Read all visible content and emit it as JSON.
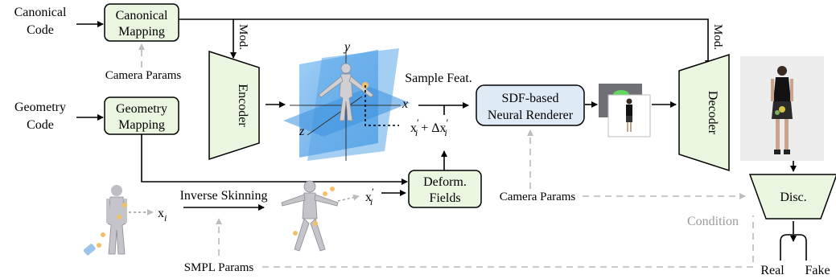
{
  "inputs": {
    "canonical_code": [
      "Canonical",
      "Code"
    ],
    "geometry_code": [
      "Geometry",
      "Code"
    ]
  },
  "modules": {
    "canonical_mapping": [
      "Canonical",
      "Mapping"
    ],
    "geometry_mapping": [
      "Geometry",
      "Mapping"
    ],
    "encoder": "Encoder",
    "decoder": "Decoder",
    "renderer": [
      "SDF-based",
      "Neural Renderer"
    ],
    "deform_fields": [
      "Deform.",
      "Fields"
    ],
    "disc": "Disc."
  },
  "labels": {
    "mod_encoder": "Mod.",
    "mod_decoder": "Mod.",
    "camera_params_top": "Camera Params",
    "camera_params_bottom": "Camera Params",
    "sample_feat": "Sample Feat.",
    "inverse_skinning": "Inverse Skinning",
    "smpl_params": "SMPL Params",
    "condition": "Condition",
    "real": "Real",
    "fake": "Fake"
  },
  "math": {
    "xi": "x",
    "xi_sub": "i",
    "xi_prime": "x",
    "xi_prime_sub": "i",
    "sum_x": "x",
    "sum_x_sub": "i",
    "plus_delta": "+ Δx",
    "delta_sub": "i",
    "prime": "′"
  },
  "axes": {
    "x": "x",
    "y": "y",
    "z": "z"
  },
  "colors": {
    "module_green": "#eaf6e0",
    "module_blue": "#dfeaf7",
    "plane_blue": "#4b9fe6",
    "dashed_gray": "#b8b8b8",
    "point_orange": "#f2c06a"
  }
}
